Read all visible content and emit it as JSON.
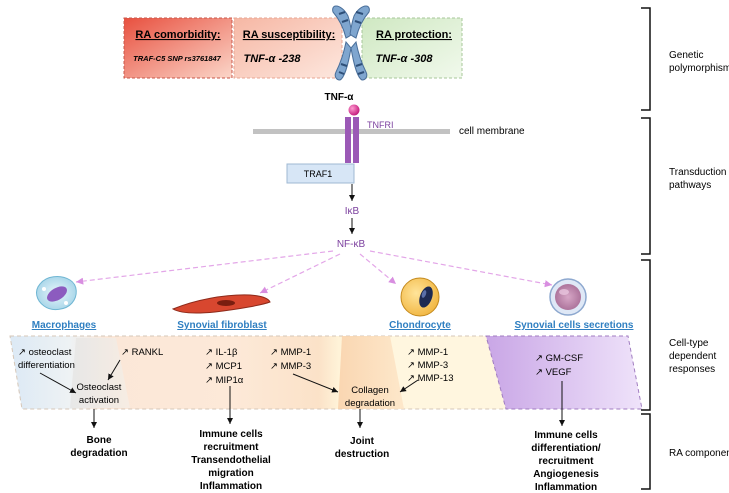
{
  "genetic": {
    "comorbidity": {
      "title": "RA comorbidity:",
      "text": "TRAF-C5 SNP rs3761847"
    },
    "susceptibility": {
      "title": "RA susceptibility:",
      "text": "TNF-α -238"
    },
    "protection": {
      "title": "RA protection:",
      "text": "TNF-α -308"
    }
  },
  "pathway": {
    "ligand": "TNF-α",
    "receptor": "TNFRI",
    "membrane": "cell membrane",
    "adaptor": "TRAF1",
    "ikb": "IκB",
    "nfkb": "NF-κB"
  },
  "cells": {
    "macrophages": "Macrophages",
    "fibroblast": "Synovial fibroblast",
    "chondrocyte": "Chondrocyte",
    "secretions": "Synovial cells secretions"
  },
  "responses": {
    "macro": {
      "line1": "↗ osteoclast",
      "line2": "differentiation"
    },
    "rankl": "↗ RANKL",
    "osteoclast": {
      "line1": "Osteoclast",
      "line2": "activation"
    },
    "fibro": [
      "↗ IL-1β",
      "↗ MCP1",
      "↗ MIP1α"
    ],
    "fibro_mmp": [
      "↗ MMP-1",
      "↗ MMP-3"
    ],
    "collagen": {
      "line1": "Collagen",
      "line2": "degradation"
    },
    "chondro": [
      "↗ MMP-1",
      "↗ MMP-3",
      "↗ MMP-13"
    ],
    "secretions": [
      "↗ GM-CSF",
      "↗ VEGF"
    ]
  },
  "components": {
    "bone": [
      "Bone",
      "degradation"
    ],
    "immune": [
      "Immune cells",
      "recruitment",
      "Transendothelial",
      "migration",
      "Inflammation"
    ],
    "joint": [
      "Joint",
      "destruction"
    ],
    "immune2": [
      "Immune cells",
      "differentiation/",
      "recruitment",
      "Angiogenesis",
      "Inflammation"
    ]
  },
  "sections": {
    "genetic": [
      "Genetic",
      "polymorphisms"
    ],
    "transduction": [
      "Transduction",
      "pathways"
    ],
    "celltype": [
      "Cell-type",
      "dependent",
      "responses"
    ],
    "ra": [
      "RA component"
    ]
  },
  "colors": {
    "comorbidity": "#ef6f5e",
    "susceptibility": "#f6c3b3",
    "protection": "#dcefd2",
    "receptor": "#9b59b6",
    "purple_text": "#7b3f9e",
    "arrow_pink": "#e3a6e8",
    "cell_link": "#2f7fc1",
    "membrane": "#bbbbbb",
    "traf1": "#d8e6f5"
  }
}
